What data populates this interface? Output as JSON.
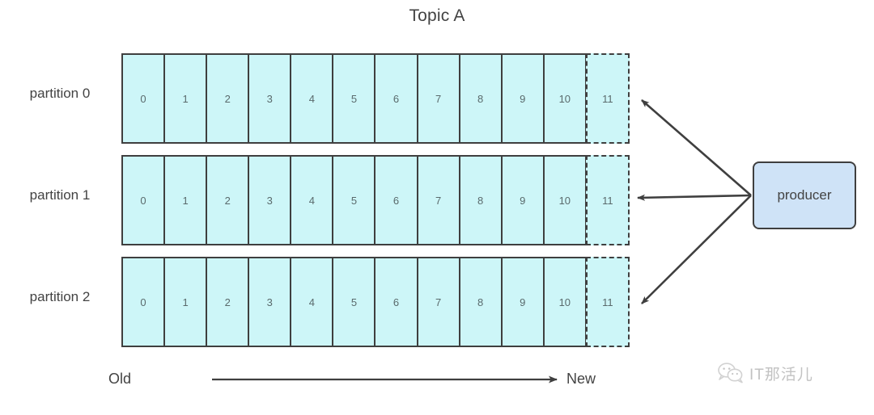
{
  "diagram": {
    "title": "Topic A",
    "partitions": [
      {
        "label": "partition 0",
        "offsets": [
          "0",
          "1",
          "2",
          "3",
          "4",
          "5",
          "6",
          "7",
          "8",
          "9",
          "10"
        ],
        "pending_offset": "11"
      },
      {
        "label": "partition 1",
        "offsets": [
          "0",
          "1",
          "2",
          "3",
          "4",
          "5",
          "6",
          "7",
          "8",
          "9",
          "10"
        ],
        "pending_offset": "11"
      },
      {
        "label": "partition 2",
        "offsets": [
          "0",
          "1",
          "2",
          "3",
          "4",
          "5",
          "6",
          "7",
          "8",
          "9",
          "10"
        ],
        "pending_offset": "11"
      }
    ],
    "producer": {
      "label": "producer"
    },
    "timeline": {
      "start_label": "Old",
      "end_label": "New"
    },
    "watermark": {
      "text": "IT那活儿",
      "icon": "wechat-icon"
    },
    "colors": {
      "segment_fill": "#cdf6f8",
      "segment_stroke": "#3f3f3f",
      "producer_fill": "#cfe3f7",
      "text": "#434343",
      "offset_text": "#5a6a6c",
      "background": "#ffffff"
    }
  }
}
